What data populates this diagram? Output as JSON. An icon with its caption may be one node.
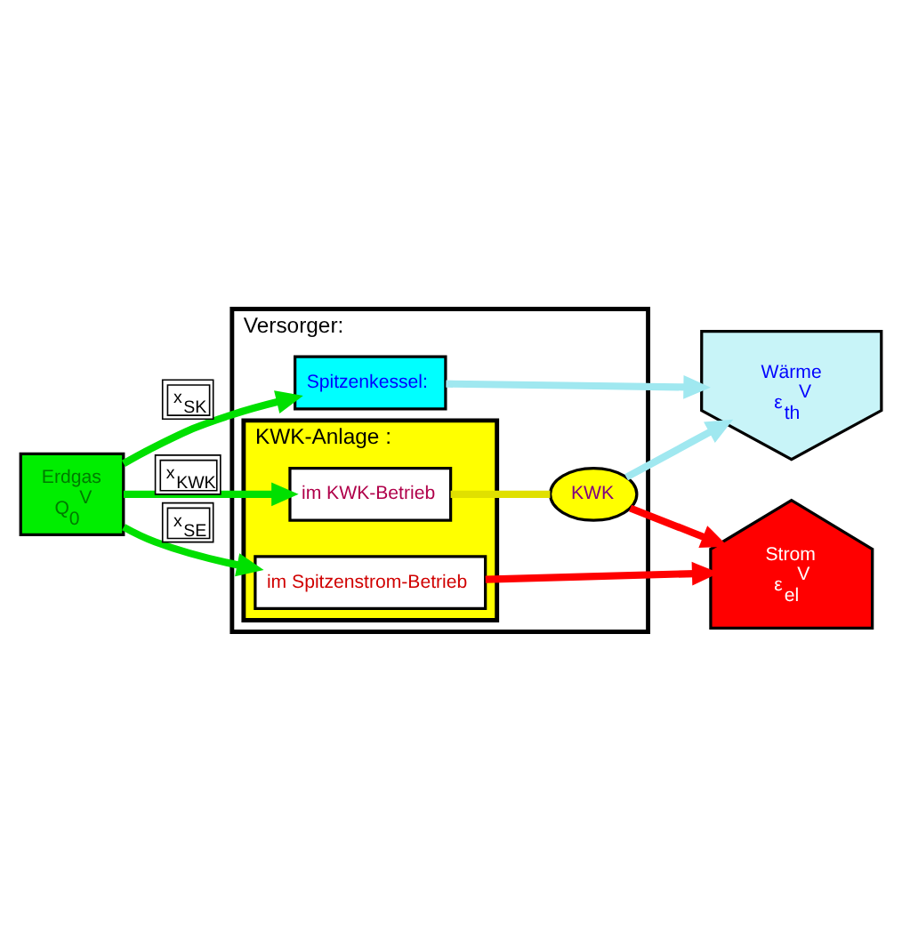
{
  "diagram": {
    "nodes": [
      {
        "text": [
          "Erdgas",
          "Q$_{0}$$^{V}$"
        ]
      },
      {
        "text": [
          "Versorger:"
        ]
      },
      {
        "text": [
          "Spitzenkessel:"
        ],
        "in": 1
      },
      {
        "text": [
          "KWK-Anlage :"
        ],
        "in": 1
      },
      {
        "text": [
          "im KWK-Betrieb"
        ],
        "in": 3
      },
      {
        "text": [
          "im Spitzenstrom-Betrieb"
        ],
        "in": 3
      },
      {
        "text": [
          "KWK"
        ],
        "in": 1
      },
      {
        "text": [
          "Wärme",
          "ε$_{th}$$^{V}$"
        ]
      },
      {
        "text": [
          "Strom",
          "ε$_{el}$$^{V}$"
        ]
      }
    ],
    "edges": [
      {
        "from": 0,
        "to": 2,
        "arrow": "to",
        "label": "x$_{SK}$",
        "color": "#00e000"
      },
      {
        "from": 0,
        "to": 4,
        "arrow": "to",
        "label": "x$_{KWK}$",
        "color": "#00e000"
      },
      {
        "from": 0,
        "to": 5,
        "arrow": "to",
        "label": "x$_{SE}$",
        "color": "#00e000"
      },
      {
        "from": 2,
        "to": 7,
        "arrow": "to",
        "color": "#a0e8f0"
      },
      {
        "from": 4,
        "to": 6,
        "arrow": "none",
        "color": "#e0e000"
      },
      {
        "from": 6,
        "to": 7,
        "arrow": "to",
        "color": "#a0e8f0"
      },
      {
        "from": 6,
        "to": 8,
        "arrow": "to",
        "color": "#ff0000"
      },
      {
        "from": 5,
        "to": 8,
        "arrow": "to",
        "color": "#ff0000"
      }
    ]
  }
}
